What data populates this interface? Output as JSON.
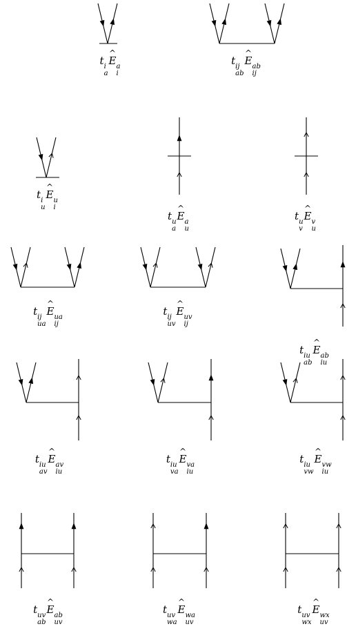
{
  "diagrams": [
    {
      "id": "d1",
      "labels": {
        "t_base": "t",
        "t_sup": "i",
        "t_sub": "a",
        "E_base": "E",
        "E_sup": "a",
        "E_sub": "i"
      }
    },
    {
      "id": "d2",
      "labels": {
        "t_base": "t",
        "t_sup": "ij",
        "t_sub": "ab",
        "E_base": "E",
        "E_sup": "ab",
        "E_sub": "ij"
      }
    },
    {
      "id": "d3",
      "labels": {
        "t_base": "t",
        "t_sup": "i",
        "t_sub": "u",
        "E_base": "E",
        "E_sup": "u",
        "E_sub": "i"
      }
    },
    {
      "id": "d4",
      "labels": {
        "t_base": "t",
        "t_sup": "u",
        "t_sub": "a",
        "E_base": "E",
        "E_sup": "a",
        "E_sub": "u"
      }
    },
    {
      "id": "d5",
      "labels": {
        "t_base": "t",
        "t_sup": "u",
        "t_sub": "v",
        "E_base": "E",
        "E_sup": "v",
        "E_sub": "u"
      }
    },
    {
      "id": "d6",
      "labels": {
        "t_base": "t",
        "t_sup": "ij",
        "t_sub": "ua",
        "E_base": "E",
        "E_sup": "ua",
        "E_sub": "ij"
      }
    },
    {
      "id": "d7",
      "labels": {
        "t_base": "t",
        "t_sup": "ij",
        "t_sub": "uv",
        "E_base": "E",
        "E_sup": "uv",
        "E_sub": "ij"
      }
    },
    {
      "id": "d8",
      "labels": {
        "t_base": "t",
        "t_sup": "iu",
        "t_sub": "ab",
        "E_base": "E",
        "E_sup": "ab",
        "E_sub": "iu"
      }
    },
    {
      "id": "d9",
      "labels": {
        "t_base": "t",
        "t_sup": "iu",
        "t_sub": "av",
        "E_base": "E",
        "E_sup": "av",
        "E_sub": "iu"
      }
    },
    {
      "id": "d10",
      "labels": {
        "t_base": "t",
        "t_sup": "iu",
        "t_sub": "va",
        "E_base": "E",
        "E_sup": "va",
        "E_sub": "iu"
      }
    },
    {
      "id": "d11",
      "labels": {
        "t_base": "t",
        "t_sup": "iu",
        "t_sub": "vw",
        "E_base": "E",
        "E_sup": "vw",
        "E_sub": "iu"
      }
    },
    {
      "id": "d12",
      "labels": {
        "t_base": "t",
        "t_sup": "uv",
        "t_sub": "ab",
        "E_base": "E",
        "E_sup": "ab",
        "E_sub": "uv"
      }
    },
    {
      "id": "d13",
      "labels": {
        "t_base": "t",
        "t_sup": "uv",
        "t_sub": "wa",
        "E_base": "E",
        "E_sup": "wa",
        "E_sub": "uv"
      }
    },
    {
      "id": "d14",
      "labels": {
        "t_base": "t",
        "t_sup": "uv",
        "t_sub": "wx",
        "E_base": "E",
        "E_sup": "wx",
        "E_sub": "uv"
      }
    }
  ],
  "hat_glyph": "^"
}
